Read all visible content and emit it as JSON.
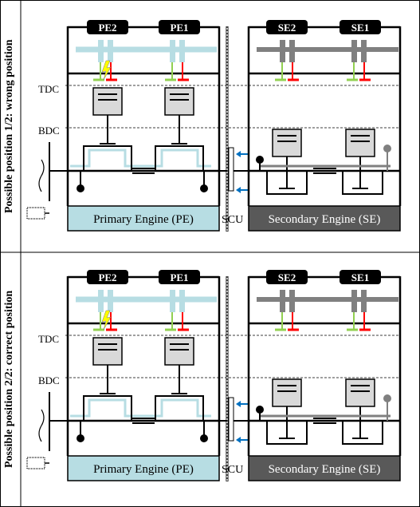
{
  "panels": [
    {
      "side_label": "Possible position 1/2: wrong position",
      "pe_cylinders": [
        "PE2",
        "PE1"
      ],
      "se_cylinders": [
        "SE2",
        "SE1"
      ],
      "tdc_label": "TDC",
      "bdc_label": "BDC",
      "primary_engine_label": "Primary Engine (PE)",
      "secondary_engine_label": "Secondary Engine (SE)",
      "scu_label": "SCU"
    },
    {
      "side_label": "Possible position 2/2: correct position",
      "pe_cylinders": [
        "PE2",
        "PE1"
      ],
      "se_cylinders": [
        "SE2",
        "SE1"
      ],
      "tdc_label": "TDC",
      "bdc_label": "BDC",
      "primary_engine_label": "Primary Engine (PE)",
      "secondary_engine_label": "Secondary Engine (SE)",
      "scu_label": "SCU"
    }
  ],
  "colors": {
    "primary_engine_fill": "#b7dde3",
    "primary_shaft": "#b7dde3",
    "secondary_engine_fill": "#595959",
    "secondary_shaft": "#808080",
    "intake_valve": "#92d050",
    "exhaust_valve": "#ff0000",
    "spark": "#ffff00",
    "arrow": "#0070c0",
    "piston_fill": "#d9d9d9",
    "label_box": "#000000"
  }
}
